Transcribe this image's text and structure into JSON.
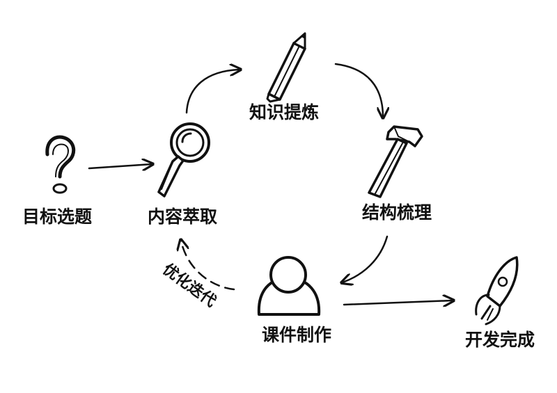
{
  "steps": {
    "topic": "目标选题",
    "extract": "内容萃取",
    "refine": "知识提炼",
    "organize": "结构梳理",
    "produce": "课件制作",
    "done": "开发完成",
    "iterate": "优化迭代"
  },
  "icons": {
    "topic": "question-mark-icon",
    "extract": "magnifier-icon",
    "refine": "pencil-icon",
    "organize": "hammer-icon",
    "produce": "person-icon",
    "done": "rocket-icon"
  },
  "colors": {
    "ink": "#111111",
    "background": "#ffffff"
  }
}
